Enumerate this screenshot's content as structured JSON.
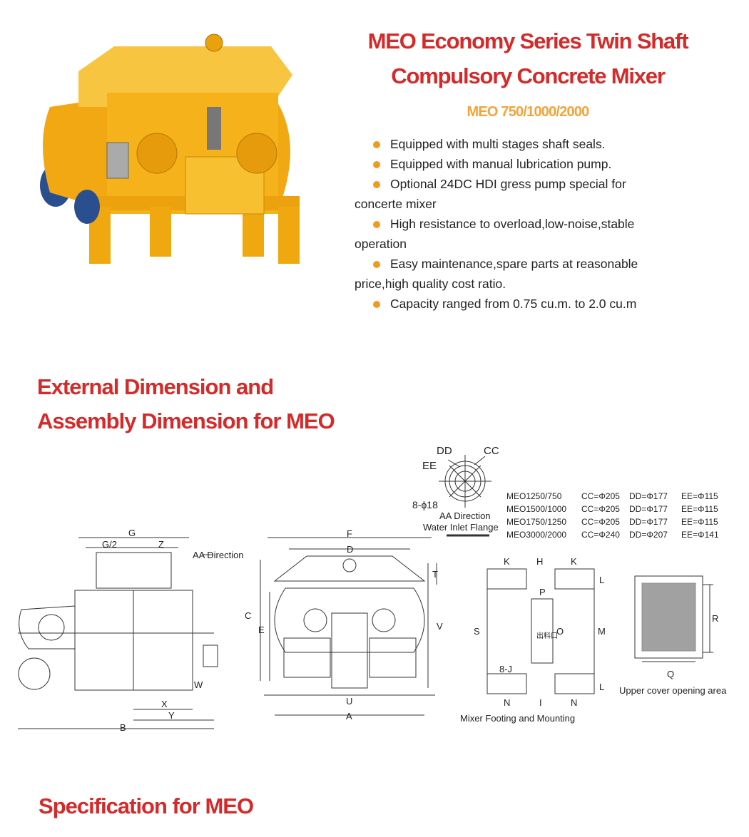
{
  "header": {
    "title_line1": "MEO Economy Series Twin Shaft",
    "title_line2": "Compulsory Concrete Mixer",
    "models": "MEO 750/1000/2000"
  },
  "features": [
    "Equipped with multi stages shaft seals.",
    "Equipped with manual lubrication pump.",
    "Optional 24DC HDI gress pump special for concerte mixer",
    "High resistance to overload,low-noise,stable operation",
    "Easy maintenance,spare parts at reasonable price,high quality cost ratio.",
    "Capacity ranged from  0.75 cu.m. to 2.0 cu.m"
  ],
  "dimension_section": {
    "heading_line1": "External Dimension and",
    "heading_line2": "Assembly Dimension for MEO"
  },
  "flange": {
    "labels": {
      "dd": "DD",
      "cc": "CC",
      "ee": "EE",
      "holes": "8-ϕ18"
    },
    "caption_line1": "AA Direction",
    "caption_line2": "Water Inlet Flange",
    "table": [
      {
        "model": "MEO1250/750",
        "cc": "CC=Φ205",
        "dd": "DD=Φ177",
        "ee": "EE=Φ115"
      },
      {
        "model": "MEO1500/1000",
        "cc": "CC=Φ205",
        "dd": "DD=Φ177",
        "ee": "EE=Φ115"
      },
      {
        "model": "MEO1750/1250",
        "cc": "CC=Φ205",
        "dd": "DD=Φ177",
        "ee": "EE=Φ115"
      },
      {
        "model": "MEO3000/2000",
        "cc": "CC=Φ240",
        "dd": "DD=Φ207",
        "ee": "EE=Φ141"
      }
    ]
  },
  "side_view": {
    "g": "G",
    "g2": "G/2",
    "z": "Z",
    "aa": "AA Direction",
    "x": "X",
    "y": "Y",
    "b": "B",
    "w": "W"
  },
  "front_view": {
    "f": "F",
    "d": "D",
    "t": "T",
    "c": "C",
    "e": "E",
    "v": "V",
    "u": "U",
    "a": "A"
  },
  "footing": {
    "k1": "K",
    "h": "H",
    "k2": "K",
    "l1": "L",
    "p": "P",
    "s": "S",
    "o": "O",
    "m": "M",
    "j": "8-J",
    "n1": "N",
    "i": "I",
    "n2": "N",
    "l2": "L",
    "caption": "Mixer Footing and Mounting",
    "mark": "出料口"
  },
  "cover": {
    "r": "R",
    "q": "Q",
    "caption": "Upper cover opening area"
  },
  "spec_section": {
    "heading": "Specification for MEO"
  },
  "colors": {
    "title": "#d42a2a",
    "subtitle": "#f2a33a",
    "bullet": "#f39a1e",
    "machine": "#f5b21a"
  }
}
